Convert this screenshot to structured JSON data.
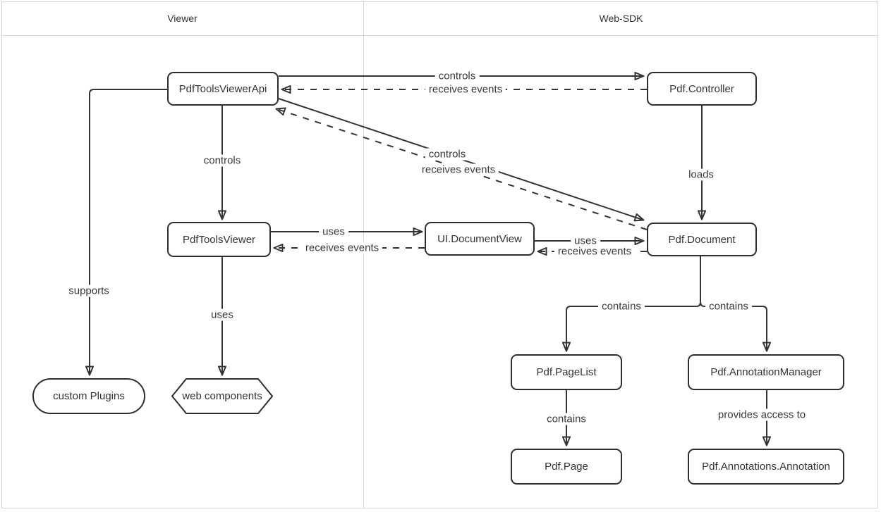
{
  "lanes": [
    {
      "label": "Viewer"
    },
    {
      "label": "Web-SDK"
    }
  ],
  "nodes": {
    "pdftoolsviewerapi": {
      "label": "PdfToolsViewerApi",
      "shape": "rounded-rect",
      "lane": "Viewer"
    },
    "pdfcontroller": {
      "label": "Pdf.Controller",
      "shape": "rounded-rect",
      "lane": "Web-SDK"
    },
    "pdftoolsviewer": {
      "label": "PdfToolsViewer",
      "shape": "rounded-rect",
      "lane": "Viewer"
    },
    "uidocumentview": {
      "label": "UI.DocumentView",
      "shape": "rounded-rect",
      "lane": "Web-SDK"
    },
    "pdfdocument": {
      "label": "Pdf.Document",
      "shape": "rounded-rect",
      "lane": "Web-SDK"
    },
    "customplugins": {
      "label": "custom Plugins",
      "shape": "stadium",
      "lane": "Viewer"
    },
    "webcomponents": {
      "label": "web components",
      "shape": "hexagon",
      "lane": "Viewer"
    },
    "pdfpagelist": {
      "label": "Pdf.PageList",
      "shape": "rounded-rect",
      "lane": "Web-SDK"
    },
    "pdfannotationmanager": {
      "label": "Pdf.AnnotationManager",
      "shape": "rounded-rect",
      "lane": "Web-SDK"
    },
    "pdfpage": {
      "label": "Pdf.Page",
      "shape": "rounded-rect",
      "lane": "Web-SDK"
    },
    "pdfannotationsannotation": {
      "label": "Pdf.Annotations.Annotation",
      "shape": "rounded-rect",
      "lane": "Web-SDK"
    }
  },
  "edges": {
    "api_controls_controller": {
      "label": "controls",
      "style": "solid"
    },
    "controller_receives_api": {
      "label": "receives events",
      "style": "dashed"
    },
    "api_controls_viewer": {
      "label": "controls",
      "style": "solid"
    },
    "api_controls_document": {
      "label": "controls",
      "style": "solid"
    },
    "document_receives_api": {
      "label": "receives events",
      "style": "dashed"
    },
    "viewer_uses_docview": {
      "label": "uses",
      "style": "solid"
    },
    "docview_receives_viewer": {
      "label": "receives events",
      "style": "dashed"
    },
    "docview_uses_document": {
      "label": "uses",
      "style": "solid"
    },
    "document_receives_docview": {
      "label": "receives events",
      "style": "dashed"
    },
    "controller_loads_document": {
      "label": "loads",
      "style": "solid"
    },
    "api_supports_plugins": {
      "label": "supports",
      "style": "solid"
    },
    "viewer_uses_webcomponents": {
      "label": "uses",
      "style": "solid"
    },
    "document_contains_pagelist": {
      "label": "contains",
      "style": "solid"
    },
    "document_contains_annotationmanager": {
      "label": "contains",
      "style": "solid"
    },
    "pagelist_contains_page": {
      "label": "contains",
      "style": "solid"
    },
    "annotationmanager_provides_annotation": {
      "label": "provides access to",
      "style": "solid"
    }
  },
  "colors": {
    "line": "#333333",
    "node_border": "#2e2e2e",
    "lane_border": "#d5d5d5",
    "text": "#333333",
    "background": "#ffffff"
  }
}
